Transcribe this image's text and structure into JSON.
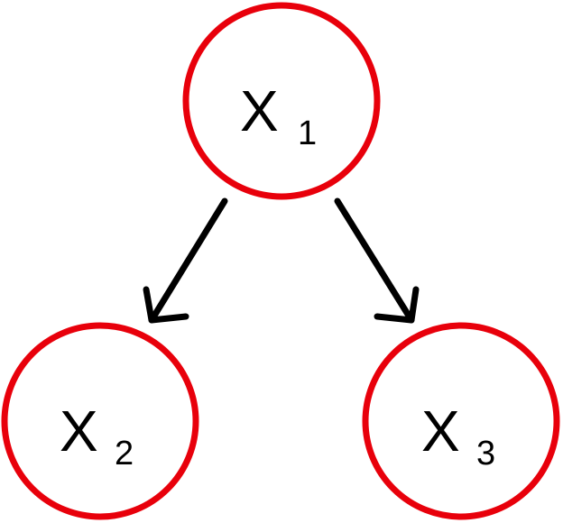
{
  "colors": {
    "node_stroke": "#e8000b",
    "edge": "#000000",
    "text": "#000000"
  },
  "nodes": [
    {
      "id": "x1",
      "label": "X",
      "subscript": "1"
    },
    {
      "id": "x2",
      "label": "X",
      "subscript": "2"
    },
    {
      "id": "x3",
      "label": "X",
      "subscript": "3"
    }
  ],
  "edges": [
    {
      "from": "x1",
      "to": "x2"
    },
    {
      "from": "x1",
      "to": "x3"
    }
  ]
}
